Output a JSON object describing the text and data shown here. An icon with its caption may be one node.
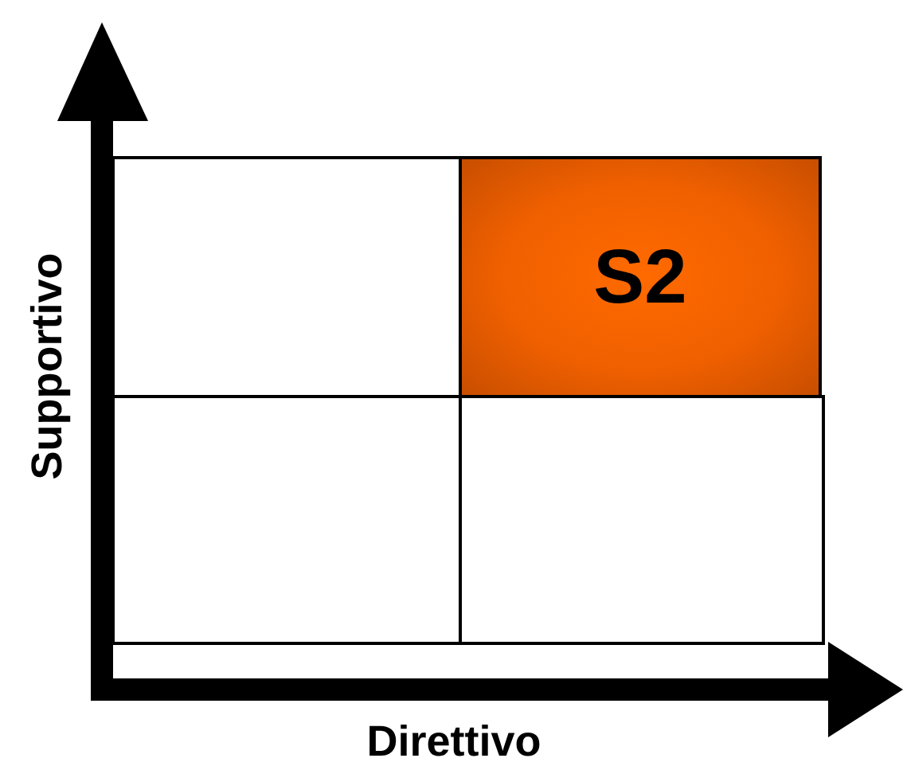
{
  "diagram": {
    "nodes": [
      {
        "text": [],
        "shape": "box"
      },
      {
        "text": [
          "S2"
        ]
      },
      {
        "text": [],
        "shape": "box"
      },
      {
        "text": [],
        "shape": "box"
      }
    ],
    "labels": [
      "Supportivo",
      "Direttivo"
    ]
  }
}
